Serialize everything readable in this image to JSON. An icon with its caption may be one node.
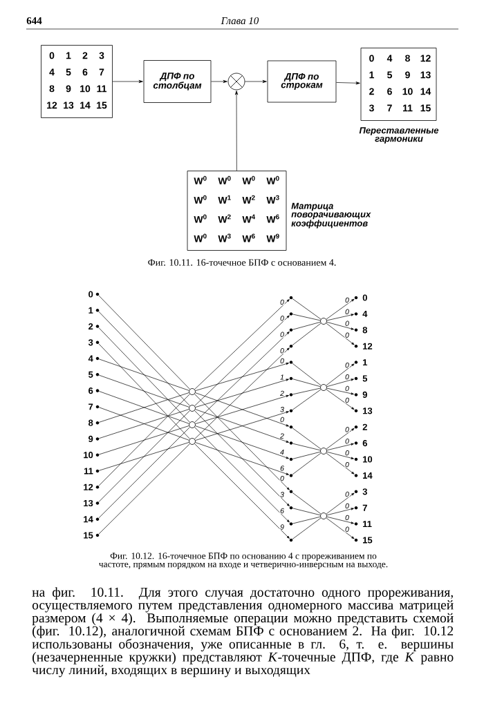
{
  "diagram": {
    "nodes": [
      {
        "text": [
          "0",
          "1",
          "2",
          "3",
          "4",
          "5",
          "6",
          "7",
          "8",
          "9",
          "10",
          "11",
          "12",
          "13",
          "14",
          "15"
        ]
      },
      {
        "text": [
          "ДПФ по столбцам"
        ]
      },
      {
        "text": [],
        "shape": "circle"
      },
      {
        "text": [
          "ДПФ по строкам"
        ]
      },
      {
        "text": [
          "0",
          "4",
          "8",
          "12",
          "1",
          "5",
          "9",
          "13",
          "2",
          "6",
          "10",
          "14",
          "3",
          "7",
          "11",
          "15"
        ],
        "beside": [
          "Переставленные гармоники"
        ]
      },
      {
        "text": [
          "W$^{0}$",
          "W$^{0}$",
          "W$^{0}$",
          "W$^{0}$",
          "W$^{0}$",
          "W$^{1}$",
          "W$^{2}$",
          "W$^{3}$",
          "W$^{0}$",
          "W$^{2}$",
          "W$^{4}$",
          "W$^{6}$",
          "W$^{0}$",
          "W$^{3}$",
          "W$^{6}$",
          "W$^{9}$"
        ],
        "beside": [
          "Матрица поворачивающих коэффициентов"
        ]
      },
      {
        "text": [],
        "shape": "dot",
        "beside": [
          "0"
        ]
      },
      {
        "text": [],
        "shape": "dot",
        "beside": [
          "1"
        ]
      },
      {
        "text": [],
        "shape": "dot",
        "beside": [
          "2"
        ]
      },
      {
        "text": [],
        "shape": "dot",
        "beside": [
          "3"
        ]
      },
      {
        "text": [],
        "shape": "dot",
        "beside": [
          "4"
        ]
      },
      {
        "text": [],
        "shape": "dot",
        "beside": [
          "5"
        ]
      },
      {
        "text": [],
        "shape": "dot",
        "beside": [
          "6"
        ]
      },
      {
        "text": [],
        "shape": "dot",
        "beside": [
          "7"
        ]
      },
      {
        "text": [],
        "shape": "dot",
        "beside": [
          "8"
        ]
      },
      {
        "text": [],
        "shape": "dot",
        "beside": [
          "9"
        ]
      },
      {
        "text": [],
        "shape": "dot",
        "beside": [
          "10"
        ]
      },
      {
        "text": [],
        "shape": "dot",
        "beside": [
          "11"
        ]
      },
      {
        "text": [],
        "shape": "dot",
        "beside": [
          "12"
        ]
      },
      {
        "text": [],
        "shape": "dot",
        "beside": [
          "13"
        ]
      },
      {
        "text": [],
        "shape": "dot",
        "beside": [
          "14"
        ]
      },
      {
        "text": [],
        "shape": "dot",
        "beside": [
          "15"
        ]
      },
      {
        "text": [],
        "shape": "circle"
      },
      {
        "text": [],
        "shape": "circle"
      },
      {
        "text": [],
        "shape": "circle"
      },
      {
        "text": [],
        "shape": "circle"
      },
      {
        "text": [],
        "shape": "dot"
      },
      {
        "text": [],
        "shape": "dot"
      },
      {
        "text": [],
        "shape": "dot"
      },
      {
        "text": [],
        "shape": "dot"
      },
      {
        "text": [],
        "shape": "dot"
      },
      {
        "text": [],
        "shape": "dot"
      },
      {
        "text": [],
        "shape": "dot"
      },
      {
        "text": [],
        "shape": "dot"
      },
      {
        "text": [],
        "shape": "dot"
      },
      {
        "text": [],
        "shape": "dot"
      },
      {
        "text": [],
        "shape": "dot"
      },
      {
        "text": [],
        "shape": "dot"
      },
      {
        "text": [],
        "shape": "dot"
      },
      {
        "text": [],
        "shape": "dot"
      },
      {
        "text": [],
        "shape": "dot"
      },
      {
        "text": [],
        "shape": "dot"
      },
      {
        "text": [],
        "shape": "circle"
      },
      {
        "text": [],
        "shape": "circle"
      },
      {
        "text": [],
        "shape": "circle"
      },
      {
        "text": [],
        "shape": "circle"
      },
      {
        "text": [],
        "shape": "dot",
        "beside": [
          "0"
        ]
      },
      {
        "text": [],
        "shape": "dot",
        "beside": [
          "4"
        ]
      },
      {
        "text": [],
        "shape": "dot",
        "beside": [
          "8"
        ]
      },
      {
        "text": [],
        "shape": "dot",
        "beside": [
          "12"
        ]
      },
      {
        "text": [],
        "shape": "dot",
        "beside": [
          "1"
        ]
      },
      {
        "text": [],
        "shape": "dot",
        "beside": [
          "5"
        ]
      },
      {
        "text": [],
        "shape": "dot",
        "beside": [
          "9"
        ]
      },
      {
        "text": [],
        "shape": "dot",
        "beside": [
          "13"
        ]
      },
      {
        "text": [],
        "shape": "dot",
        "beside": [
          "2"
        ]
      },
      {
        "text": [],
        "shape": "dot",
        "beside": [
          "6"
        ]
      },
      {
        "text": [],
        "shape": "dot",
        "beside": [
          "10"
        ]
      },
      {
        "text": [],
        "shape": "dot",
        "beside": [
          "14"
        ]
      },
      {
        "text": [],
        "shape": "dot",
        "beside": [
          "3"
        ]
      },
      {
        "text": [],
        "shape": "dot",
        "beside": [
          "7"
        ]
      },
      {
        "text": [],
        "shape": "dot",
        "beside": [
          "11"
        ]
      },
      {
        "text": [],
        "shape": "dot",
        "beside": [
          "15"
        ]
      }
    ],
    "edges": [
      {
        "from": 0,
        "to": 1,
        "arrow": "to"
      },
      {
        "from": 1,
        "to": 2,
        "arrow": "to"
      },
      {
        "from": 2,
        "to": 3,
        "arrow": "to"
      },
      {
        "from": 3,
        "to": 4,
        "arrow": "to"
      },
      {
        "from": 5,
        "to": 2,
        "arrow": "to"
      },
      {
        "from": 6,
        "to": 22,
        "arrow": "none"
      },
      {
        "from": 7,
        "to": 23,
        "arrow": "none"
      },
      {
        "from": 8,
        "to": 24,
        "arrow": "none"
      },
      {
        "from": 9,
        "to": 25,
        "arrow": "none"
      },
      {
        "from": 10,
        "to": 22,
        "arrow": "none"
      },
      {
        "from": 11,
        "to": 23,
        "arrow": "none"
      },
      {
        "from": 12,
        "to": 24,
        "arrow": "none"
      },
      {
        "from": 13,
        "to": 25,
        "arrow": "none"
      },
      {
        "from": 14,
        "to": 22,
        "arrow": "none"
      },
      {
        "from": 15,
        "to": 23,
        "arrow": "none"
      },
      {
        "from": 16,
        "to": 24,
        "arrow": "none"
      },
      {
        "from": 17,
        "to": 25,
        "arrow": "none"
      },
      {
        "from": 18,
        "to": 22,
        "arrow": "none"
      },
      {
        "from": 19,
        "to": 23,
        "arrow": "none"
      },
      {
        "from": 20,
        "to": 24,
        "arrow": "none"
      },
      {
        "from": 21,
        "to": 25,
        "arrow": "none"
      },
      {
        "from": 22,
        "to": 26,
        "arrow": "to",
        "label": "0"
      },
      {
        "from": 23,
        "to": 27,
        "arrow": "to",
        "label": "0"
      },
      {
        "from": 24,
        "to": 28,
        "arrow": "to",
        "label": "0"
      },
      {
        "from": 25,
        "to": 29,
        "arrow": "to",
        "label": "0"
      },
      {
        "from": 22,
        "to": 30,
        "arrow": "to",
        "label": "0"
      },
      {
        "from": 23,
        "to": 31,
        "arrow": "to",
        "label": "1"
      },
      {
        "from": 24,
        "to": 32,
        "arrow": "to",
        "label": "2"
      },
      {
        "from": 25,
        "to": 33,
        "arrow": "to",
        "label": "3"
      },
      {
        "from": 22,
        "to": 34,
        "arrow": "to",
        "label": "0"
      },
      {
        "from": 23,
        "to": 35,
        "arrow": "to",
        "label": "2"
      },
      {
        "from": 24,
        "to": 36,
        "arrow": "to",
        "label": "4"
      },
      {
        "from": 25,
        "to": 37,
        "arrow": "to",
        "label": "6"
      },
      {
        "from": 22,
        "to": 38,
        "arrow": "to",
        "label": "0"
      },
      {
        "from": 23,
        "to": 39,
        "arrow": "to",
        "label": "3"
      },
      {
        "from": 24,
        "to": 40,
        "arrow": "to",
        "label": "6"
      },
      {
        "from": 25,
        "to": 41,
        "arrow": "to",
        "label": "9"
      },
      {
        "from": 26,
        "to": 42,
        "arrow": "none"
      },
      {
        "from": 27,
        "to": 42,
        "arrow": "none"
      },
      {
        "from": 28,
        "to": 42,
        "arrow": "none"
      },
      {
        "from": 29,
        "to": 42,
        "arrow": "none"
      },
      {
        "from": 30,
        "to": 43,
        "arrow": "none"
      },
      {
        "from": 31,
        "to": 43,
        "arrow": "none"
      },
      {
        "from": 32,
        "to": 43,
        "arrow": "none"
      },
      {
        "from": 33,
        "to": 43,
        "arrow": "none"
      },
      {
        "from": 34,
        "to": 44,
        "arrow": "none"
      },
      {
        "from": 35,
        "to": 44,
        "arrow": "none"
      },
      {
        "from": 36,
        "to": 44,
        "arrow": "none"
      },
      {
        "from": 37,
        "to": 44,
        "arrow": "none"
      },
      {
        "from": 38,
        "to": 45,
        "arrow": "none"
      },
      {
        "from": 39,
        "to": 45,
        "arrow": "none"
      },
      {
        "from": 40,
        "to": 45,
        "arrow": "none"
      },
      {
        "from": 41,
        "to": 45,
        "arrow": "none"
      },
      {
        "from": 42,
        "to": 46,
        "arrow": "to",
        "label": "0"
      },
      {
        "from": 42,
        "to": 47,
        "arrow": "to",
        "label": "0"
      },
      {
        "from": 42,
        "to": 48,
        "arrow": "to",
        "label": "0"
      },
      {
        "from": 42,
        "to": 49,
        "arrow": "to",
        "label": "0"
      },
      {
        "from": 43,
        "to": 50,
        "arrow": "to",
        "label": "0"
      },
      {
        "from": 43,
        "to": 51,
        "arrow": "to",
        "label": "0"
      },
      {
        "from": 43,
        "to": 52,
        "arrow": "to",
        "label": "0"
      },
      {
        "from": 43,
        "to": 53,
        "arrow": "to",
        "label": "0"
      },
      {
        "from": 44,
        "to": 54,
        "arrow": "to",
        "label": "0"
      },
      {
        "from": 44,
        "to": 55,
        "arrow": "to",
        "label": "0"
      },
      {
        "from": 44,
        "to": 56,
        "arrow": "to",
        "label": "0"
      },
      {
        "from": 44,
        "to": 57,
        "arrow": "to",
        "label": "0"
      },
      {
        "from": 45,
        "to": 58,
        "arrow": "to",
        "label": "0"
      },
      {
        "from": 45,
        "to": 59,
        "arrow": "to",
        "label": "0"
      },
      {
        "from": 45,
        "to": 60,
        "arrow": "to",
        "label": "0"
      },
      {
        "from": 45,
        "to": 61,
        "arrow": "to",
        "label": "0"
      }
    ],
    "labels": [
      "644",
      "Глава 10",
      "Фиг. 10.11. 16-точечное БПФ с основанием 4.",
      "Фиг. 10.12. 16-точечное БПФ по основанию 4 с прореживанием по частоте, прямым порядком на входе и четверично-инверсным на выходе.",
      "на фиг. 10.11. Для этого случая достаточно одного прореживания, осуществляемого путем представления одномерного массива матрицей размером (4 × 4). Выполняемые операции можно представить схемой (фиг. 10.12), аналогичной схемам БПФ с основанием 2. На фиг. 10.12 использованы обозначения, уже описанные в гл. 6, т. е. вершины (незачерненные кружки) представляют *K*-точечные ДПФ, где *K* равно числу линий, входящих в вершину и выходящих"
    ]
  }
}
